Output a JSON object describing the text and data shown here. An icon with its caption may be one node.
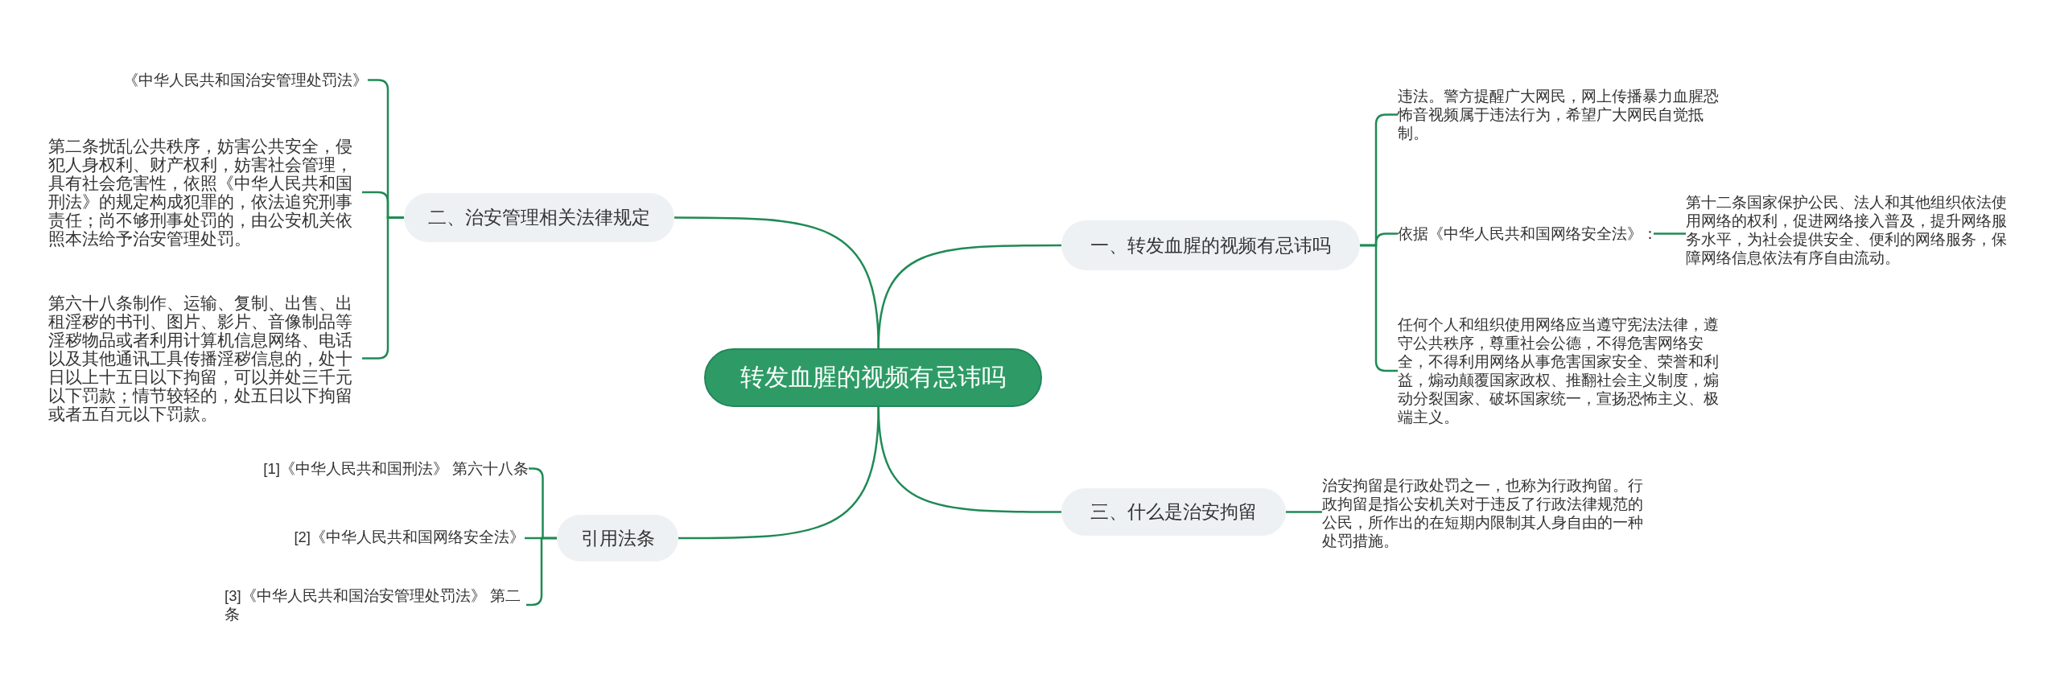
{
  "diagram": {
    "nodes": [
      {
        "text": [
          "转发血腥的视频有忌讳吗"
        ]
      },
      {
        "text": [
          "一、转发血腥的视频有忌讳吗"
        ]
      },
      {
        "text": [
          "违法。警方提醒广大网民，网上传播暴力血腥恐怖音视频属于违法行为，希望广大网民自觉抵制。"
        ]
      },
      {
        "text": [
          "依据《中华人民共和国网络安全法》："
        ]
      },
      {
        "text": [
          "第十二条国家保护公民、法人和其他组织依法使用网络的权利，促进网络接入普及，提升网络服务水平，为社会提供安全、便利的网络服务，保障网络信息依法有序自由流动。"
        ]
      },
      {
        "text": [
          "任何个人和组织使用网络应当遵守宪法法律，遵守公共秩序，尊重社会公德，不得危害网络安全，不得利用网络从事危害国家安全、荣誉和利益，煽动颠覆国家政权、推翻社会主义制度，煽动分裂国家、破坏国家统一，宣扬恐怖主义、极端主义。"
        ]
      },
      {
        "text": [
          "三、什么是治安拘留"
        ]
      },
      {
        "text": [
          "治安拘留是行政处罚之一，也称为行政拘留。行政拘留是指公安机关对于违反了行政法律规范的公民，所作出的在短期内限制其人身自由的一种处罚措施。"
        ]
      },
      {
        "text": [
          "二、治安管理相关法律规定"
        ]
      },
      {
        "text": [
          "《中华人民共和国治安管理处罚法》"
        ]
      },
      {
        "text": [
          "第二条扰乱公共秩序，妨害公共安全，侵犯人身权利、财产权利，妨害社会管理，具有社会危害性，依照《中华人民共和国刑法》的规定构成犯罪的，依法追究刑事责任；尚不够刑事处罚的，由公安机关依照本法给予治安管理处罚。"
        ]
      },
      {
        "text": [
          "第六十八条制作、运输、复制、出售、出租淫秽的书刊、图片、影片、音像制品等淫秽物品或者利用计算机信息网络、电话以及其他通讯工具传播淫秽信息的，处十日以上十五日以下拘留，可以并处三千元以下罚款；情节较轻的，处五日以下拘留或者五百元以下罚款。"
        ]
      },
      {
        "text": [
          "引用法条"
        ]
      },
      {
        "text": [
          "[1]《中华人民共和国刑法》 第六十八条"
        ]
      },
      {
        "text": [
          "[2]《中华人民共和国网络安全法》"
        ]
      },
      {
        "text": [
          "[3]《中华人民共和国治安管理处罚法》 第二条"
        ]
      }
    ],
    "edges": [
      {
        "from": 0,
        "to": 1,
        "arrow": "none"
      },
      {
        "from": 1,
        "to": 2,
        "arrow": "none"
      },
      {
        "from": 1,
        "to": 3,
        "arrow": "none"
      },
      {
        "from": 3,
        "to": 4,
        "arrow": "none"
      },
      {
        "from": 1,
        "to": 5,
        "arrow": "none"
      },
      {
        "from": 0,
        "to": 6,
        "arrow": "none"
      },
      {
        "from": 6,
        "to": 7,
        "arrow": "none"
      },
      {
        "from": 0,
        "to": 8,
        "arrow": "none"
      },
      {
        "from": 8,
        "to": 9,
        "arrow": "none"
      },
      {
        "from": 8,
        "to": 10,
        "arrow": "none"
      },
      {
        "from": 8,
        "to": 11,
        "arrow": "none"
      },
      {
        "from": 0,
        "to": 12,
        "arrow": "none"
      },
      {
        "from": 12,
        "to": 13,
        "arrow": "none"
      },
      {
        "from": 12,
        "to": 14,
        "arrow": "none"
      },
      {
        "from": 12,
        "to": 15,
        "arrow": "none"
      }
    ]
  }
}
